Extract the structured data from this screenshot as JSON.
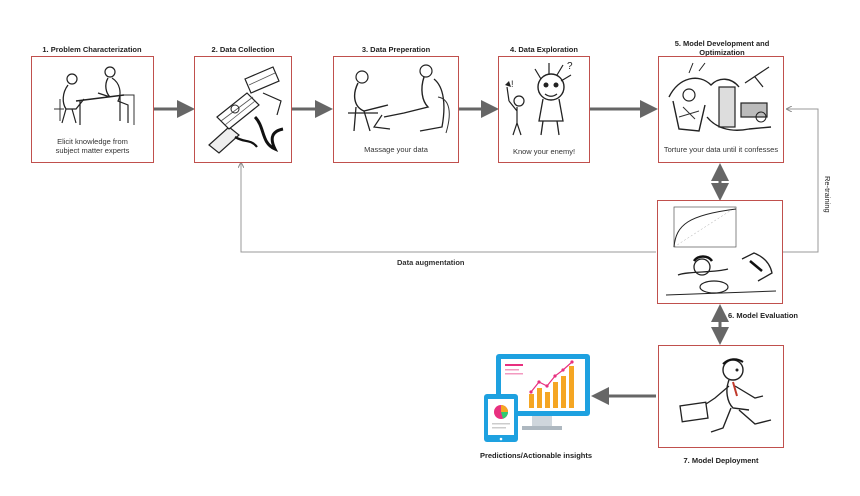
{
  "steps": [
    {
      "title": "1. Problem Characterization",
      "caption": "Elicit knowledge from subject matter experts",
      "icon": "meeting-illustration"
    },
    {
      "title": "2. Data Collection",
      "caption": "",
      "icon": "papers-collage-illustration"
    },
    {
      "title": "3. Data Preperation",
      "caption": "Massage your data",
      "icon": "massage-illustration"
    },
    {
      "title": "4. Data Exploration",
      "caption": "Know your enemy!",
      "icon": "explorer-illustration"
    },
    {
      "title": "5. Model Development and Optimization",
      "caption": "Torture your data until it confesses",
      "icon": "torture-illustration"
    },
    {
      "title": "6. Model Evaluation",
      "caption": "",
      "icon": "evaluation-illustration"
    },
    {
      "title": "7. Model Deployment",
      "caption": "",
      "icon": "running-man-illustration"
    }
  ],
  "labels": {
    "data_augmentation": "Data augmentation",
    "re_training": "Re-training",
    "output": "Predictions/Actionable insights"
  },
  "colors": {
    "box_border": "#c0504d",
    "arrow": "#666666",
    "thin_line": "#999999",
    "device_blue": "#1ea1e0",
    "bar_orange": "#f5a623",
    "trend_pink": "#e8307f"
  }
}
